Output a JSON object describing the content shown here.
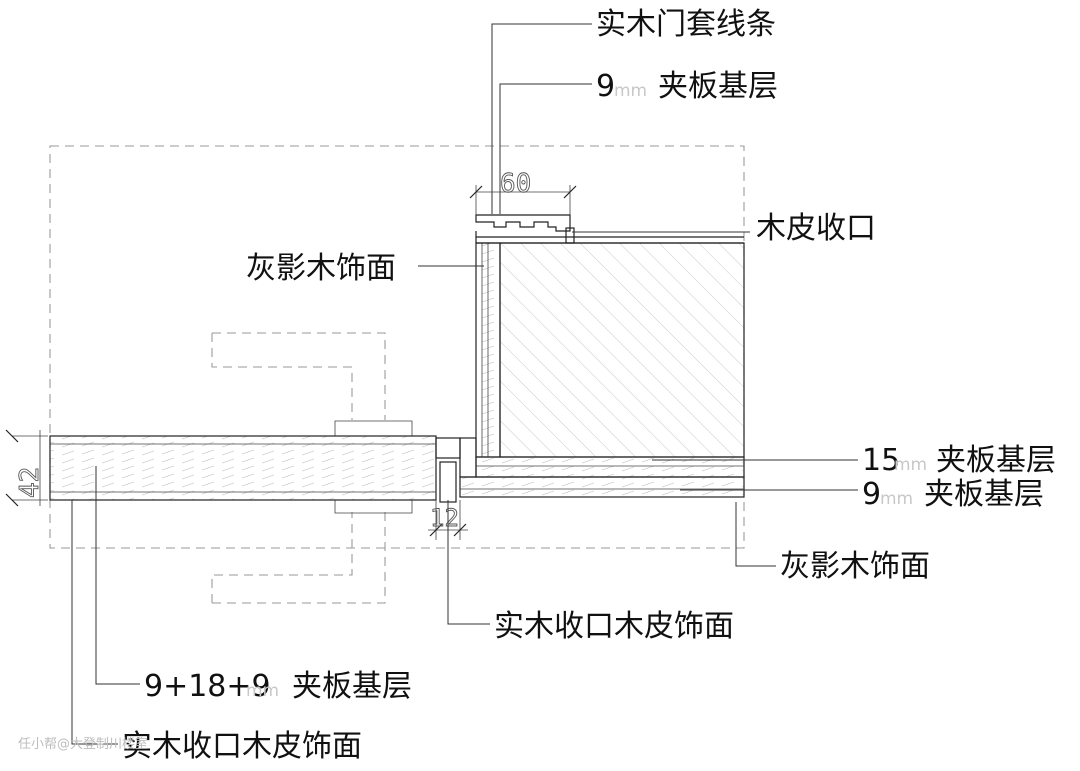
{
  "labels": {
    "door_casing": "实木门套线条",
    "plywood_9_top_num": "9",
    "plywood_9_top_unit": "mm",
    "plywood_9_top_text": "夹板基层",
    "veneer_edge": "木皮收口",
    "grey_wood_face_top": "灰影木饰面",
    "plywood_15_num": "15",
    "plywood_15_unit": "mm",
    "plywood_15_text": "夹板基层",
    "plywood_9_right_num": "9",
    "plywood_9_right_unit": "mm",
    "plywood_9_right_text": "夹板基层",
    "grey_wood_face_bottom": "灰影木饰面",
    "solid_edge_veneer_mid": "实木收口木皮饰面",
    "plywood_stack_num": "9+18+9",
    "plywood_stack_unit": "mm",
    "plywood_stack_text": "夹板基层",
    "solid_edge_veneer_bottom": "实木收口木皮饰面"
  },
  "dimensions": {
    "casing_width": "60",
    "door_thickness": "42",
    "gap": "12"
  },
  "watermark": "任小帮@大登制川楼室"
}
